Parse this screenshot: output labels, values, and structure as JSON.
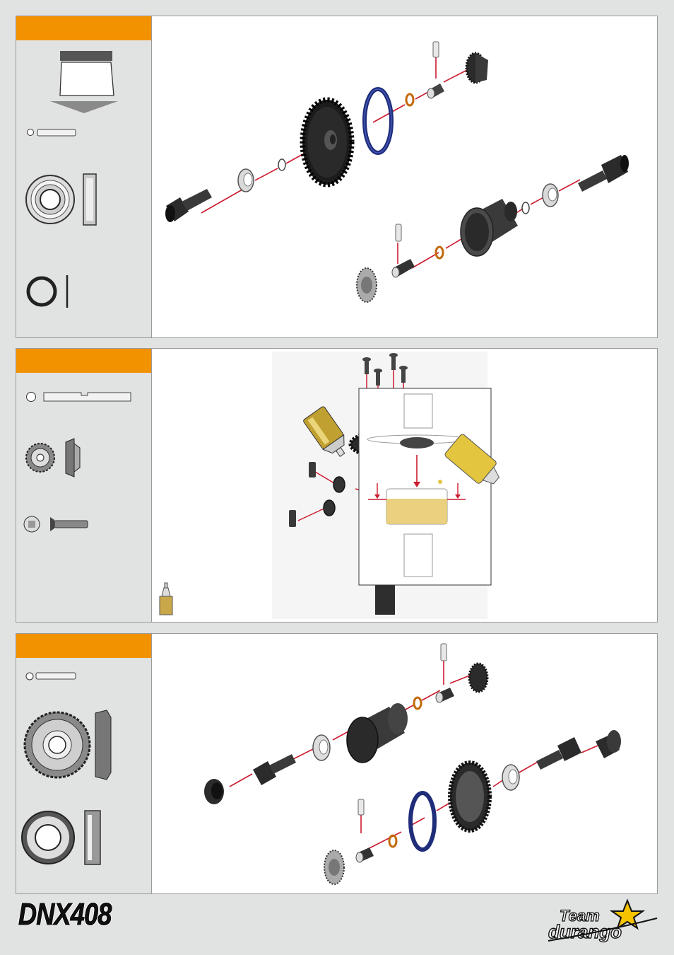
{
  "page": {
    "brand_model": "DNX408",
    "logo_text": "Team durango"
  },
  "steps": [
    {
      "id": "step-1",
      "icon_names": [
        "bag-icon",
        "pin-icon",
        "bearing-icon",
        "o-ring-icon"
      ]
    },
    {
      "id": "step-2",
      "icon_names": [
        "diff-shaft-icon",
        "bevel-gear-icon",
        "screw-icon",
        "oil-bottle-icon"
      ]
    },
    {
      "id": "step-3",
      "icon_names": [
        "pin-icon",
        "ring-gear-icon",
        "bearing-icon"
      ]
    }
  ],
  "colors": {
    "accent": "#f39200",
    "background": "#e1e2e2",
    "guide_line": "#cc1b2e",
    "panel_border": "#9a9a9a"
  }
}
